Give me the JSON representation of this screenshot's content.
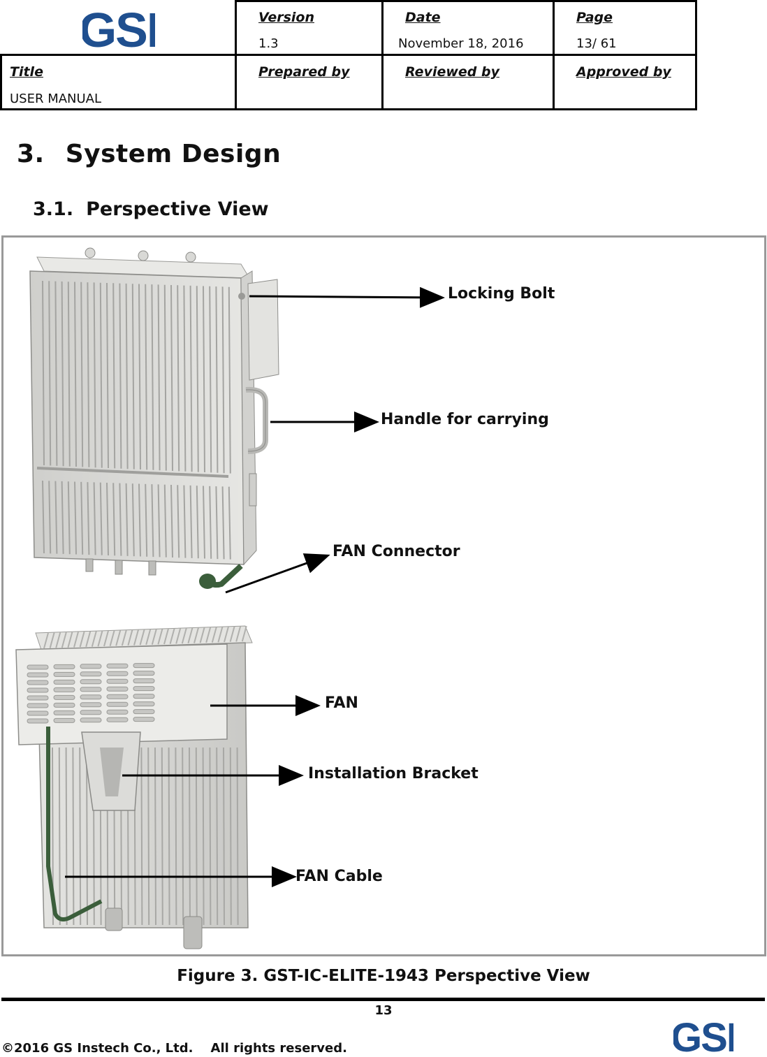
{
  "header": {
    "logo_text": "GSI",
    "version_label": "Version",
    "version_value": "1.3",
    "date_label": "Date",
    "date_value": "November 18, 2016",
    "page_label": "Page",
    "page_value": "13/ 61",
    "title_label": "Title",
    "title_value": "USER MANUAL",
    "prepared_label": "Prepared by",
    "reviewed_label": "Reviewed by",
    "approved_label": "Approved by"
  },
  "section": {
    "number": "3.",
    "title": "System Design"
  },
  "subsection": {
    "number": "3.1.",
    "title": "Perspective View"
  },
  "figure": {
    "callouts": {
      "locking_bolt": "Locking Bolt",
      "handle": "Handle for carrying",
      "fan_connector": "FAN Connector",
      "fan": "FAN",
      "installation_bracket": "Installation Bracket",
      "fan_cable": "FAN Cable"
    },
    "caption": "Figure 3. GST-IC-ELITE-1943 Perspective View"
  },
  "footer": {
    "page_number": "13",
    "copyright": "©2016 GS Instech Co., Ltd.    All rights reserved.",
    "logo_text": "GSI"
  },
  "colors": {
    "logo_blue": "#1f4f8f",
    "device_gray": "#d8d8d6",
    "cable_green": "#3b5e3b"
  }
}
